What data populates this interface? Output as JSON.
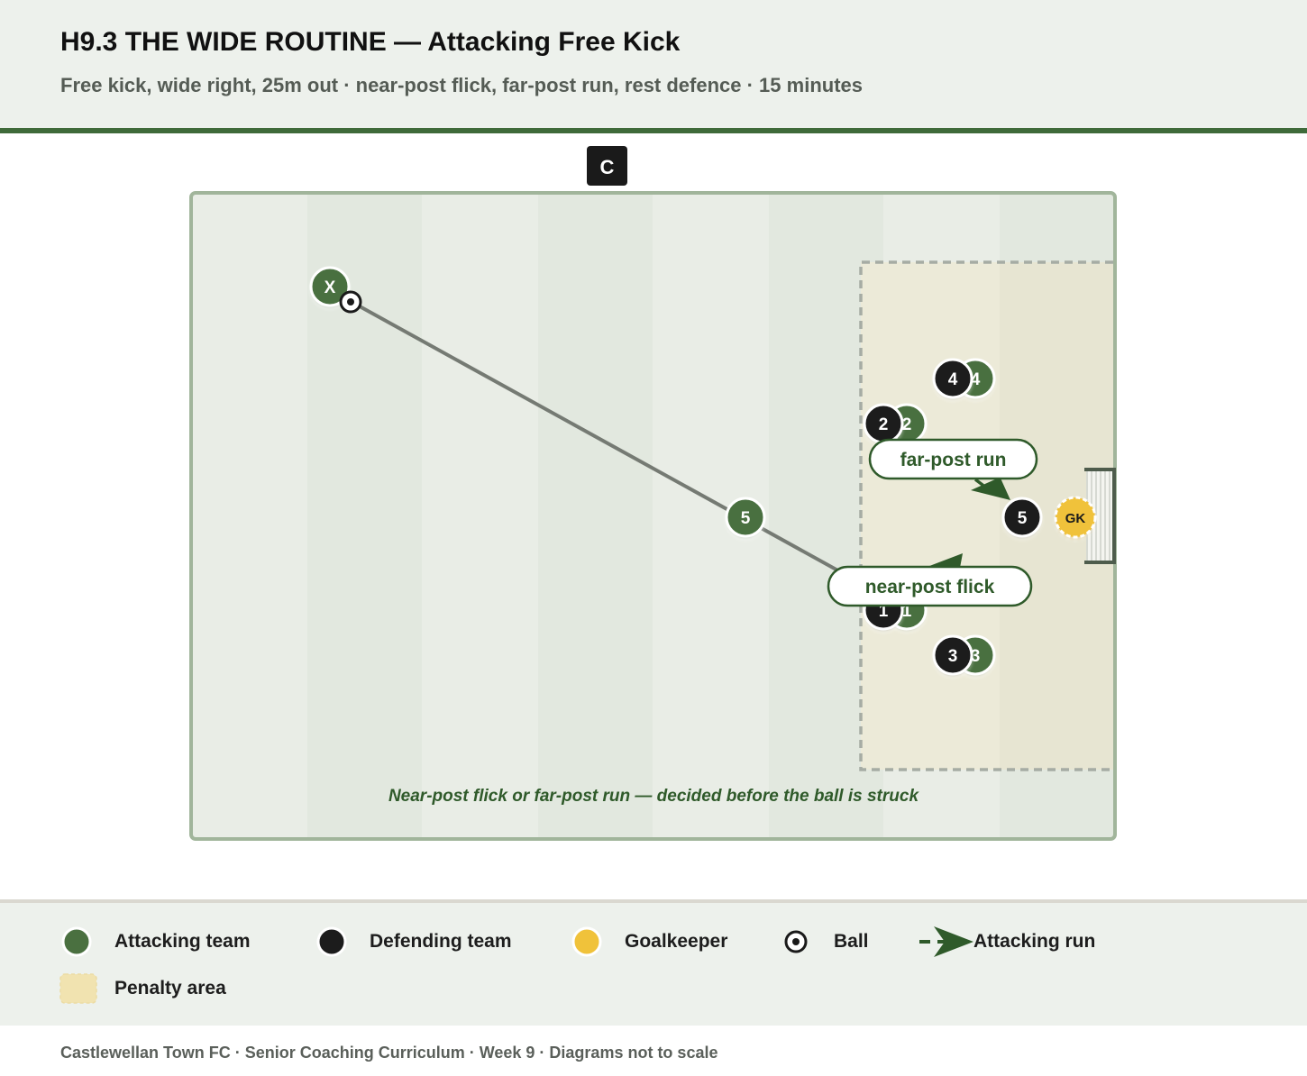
{
  "header": {
    "title": "H9.3 THE WIDE ROUTINE — Attacking Free Kick",
    "subtitle": "Free kick, wide right, 25m out · near-post flick, far-post run, rest defence · 15 minutes"
  },
  "diagram": {
    "coach_label": "C",
    "pitch_note": "Near-post flick or far-post run — decided before the ball is struck",
    "callouts": {
      "far_post": "far-post run",
      "near_post": "near-post flick"
    },
    "taker_label": "X",
    "goalkeeper_label": "GK",
    "attackers": [
      "4",
      "2",
      "5",
      "1",
      "3"
    ],
    "defenders": [
      "4",
      "2",
      "5",
      "1",
      "3"
    ]
  },
  "legend": {
    "attacking": "Attacking team",
    "defending": "Defending team",
    "goalkeeper": "Goalkeeper",
    "ball": "Ball",
    "run": "Attacking run",
    "penalty_area": "Penalty area"
  },
  "footer": {
    "text": "Castlewellan Town FC · Senior Coaching Curriculum · Week 9 · Diagrams not to scale"
  },
  "colors": {
    "attacking": "#4a7040",
    "defending": "#1c1c1c",
    "goalkeeper": "#f0c23a",
    "accent": "#3f6a3a",
    "pitch": "#e9ede6",
    "penalty_area": "#ecead8"
  },
  "icons": {
    "ball": "ball-icon",
    "run": "arrow-icon"
  }
}
